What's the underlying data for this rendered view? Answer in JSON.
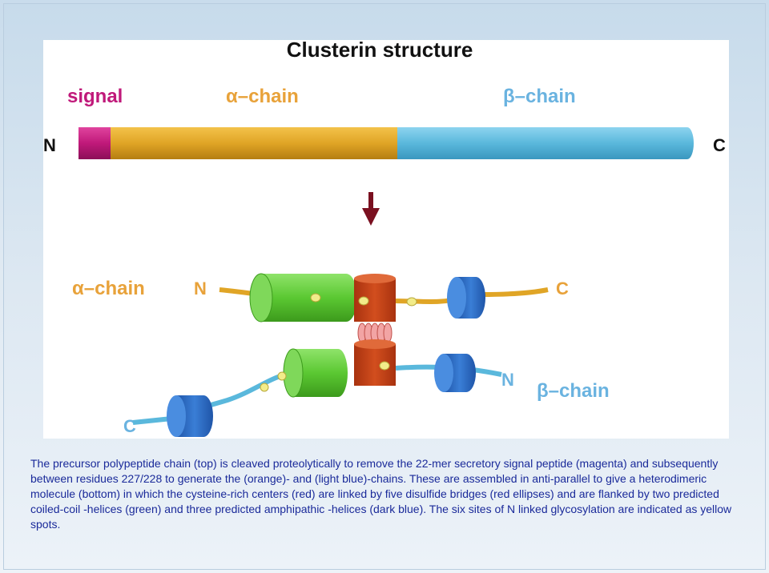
{
  "title": "Clusterin structure",
  "precursor": {
    "labels": {
      "signal": "signal",
      "alpha_chain": "α–chain",
      "beta_chain": "β–chain",
      "n_terminus": "N",
      "c_terminus": "C"
    }
  },
  "heterodimer": {
    "alpha_label": "α–chain",
    "beta_label": "β–chain",
    "alpha_n": "N",
    "alpha_c": "C",
    "beta_n": "N",
    "beta_c": "C"
  },
  "colors": {
    "signal": "#c0197a",
    "alpha_chain": "#e0a526",
    "beta_chain": "#5ab8dc",
    "cysteine_center": "#c2431a",
    "disulfide": "#f0a0a0",
    "coiled_coil_helix": "#5bc832",
    "amphipathic_helix": "#2a68c4",
    "glycosylation": "#f2ec8a",
    "arrow": "#7a1020",
    "label_orange": "#e8a23a",
    "label_blue": "#6ab3e0",
    "label_magenta": "#c0197a",
    "caption_text": "#1a2a9a"
  },
  "caption": "The precursor polypeptide chain (top) is cleaved proteolytically to remove the 22-mer secretory signal peptide (magenta) and subsequently between residues 227/228 to generate the (orange)- and (light blue)-chains. These are assembled in anti-parallel to give a heterodimeric molecule (bottom) in which the cysteine-rich centers (red) are linked by five disulfide bridges (red ellipses) and are flanked by two predicted coiled-coil -helices (green) and three predicted amphipathic -helices (dark blue). The six sites of N linked glycosylation are indicated as yellow spots."
}
